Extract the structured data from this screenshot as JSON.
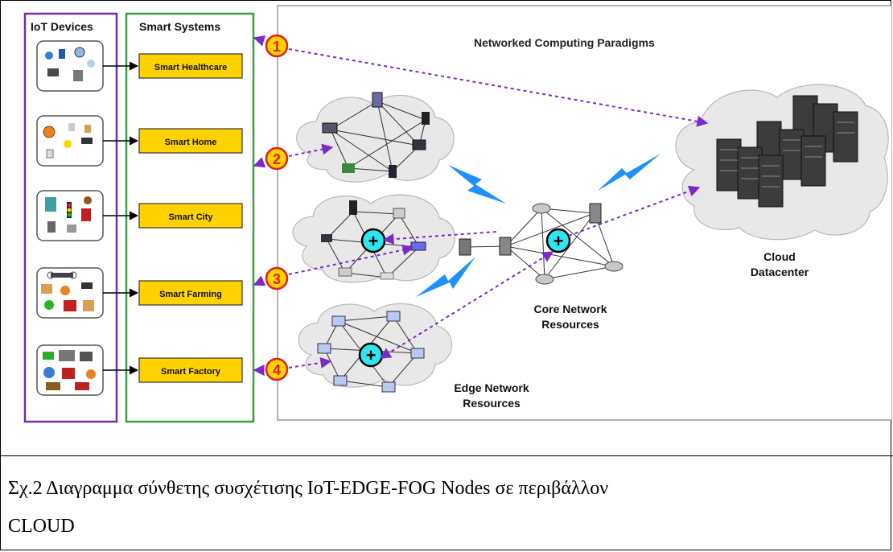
{
  "diagram": {
    "iot_title": "IoT Devices",
    "systems_title": "Smart Systems",
    "paradigms_title": "Networked Computing Paradigms",
    "systems": [
      "Smart Healthcare",
      "Smart Home",
      "Smart City",
      "Smart Farming",
      "Smart Factory"
    ],
    "markers": [
      "1",
      "2",
      "3",
      "4"
    ],
    "cloud_label_1": "Cloud",
    "cloud_label_2": "Datacenter",
    "core_label_1": "Core Network",
    "core_label_2": "Resources",
    "edge_label_1": "Edge Network",
    "edge_label_2": "Resources",
    "plus_symbol": "+",
    "colors": {
      "iot_border": "#7030a0",
      "systems_border": "#3aa03a",
      "system_box": "#ffd200",
      "marker_fill": "#ffd200",
      "marker_stroke": "#e02020",
      "arrow": "#7a2ac8",
      "lightning": "#1e90ff",
      "plus_fill": "#2ee6f0"
    }
  },
  "caption": {
    "line1": "Σχ.2  Διαγραμμα σύνθετης συσχέτισης IoT-EDGE-FOG Nodes σε περιβάλλον",
    "line2": "CLOUD"
  }
}
